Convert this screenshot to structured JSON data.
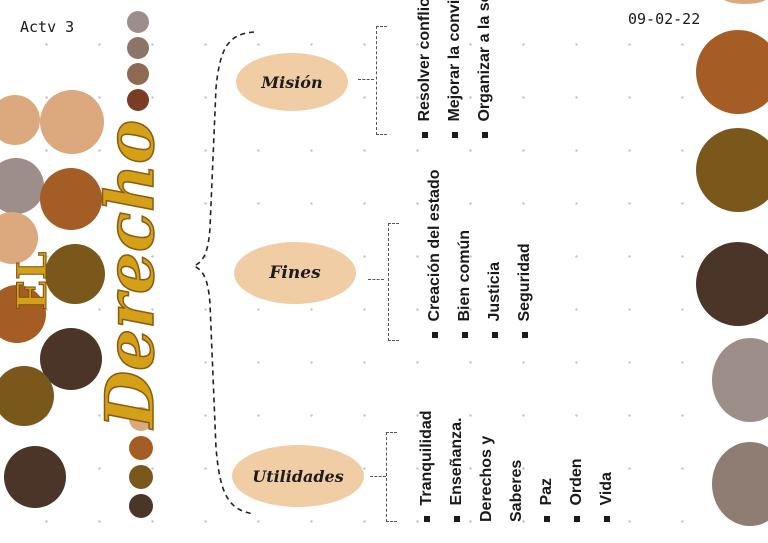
{
  "header": {
    "activity": "Actv 3",
    "date": "09-02-22"
  },
  "title": {
    "word1": "EL",
    "word2": "Derecho"
  },
  "branches": [
    {
      "label": "Misión",
      "items": [
        "Organizar a la sociedad",
        "Mejorar la convivencia",
        "Resolver conflictos"
      ]
    },
    {
      "label": "Fines",
      "items": [
        "Seguridad",
        "Justicia",
        "Bien común",
        "Creación del estado"
      ]
    },
    {
      "label": "Utilidades",
      "items": [
        "Vida",
        "Orden",
        "Paz",
        "Enseñanza. Derechos y Saberes",
        "Tranquilidad"
      ]
    }
  ],
  "palette": {
    "cream": "#f1cda6",
    "tan": "#dba97d",
    "copper": "#a45d25",
    "olive": "#7a571b",
    "dark_brown": "#4a3528",
    "gray_taupe": "#9d8e89",
    "gold": "#d4a017"
  }
}
